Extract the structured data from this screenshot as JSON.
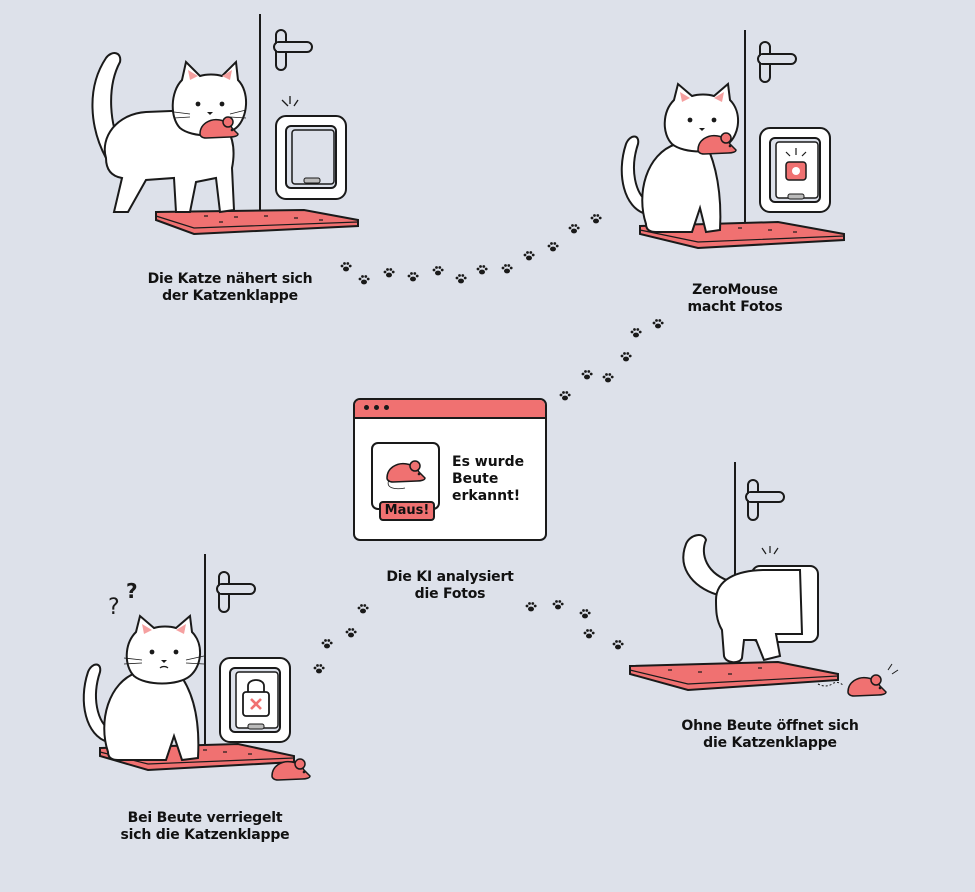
{
  "diagram": {
    "type": "process-flow",
    "subject": "ZeroMouse cat flap prey detection",
    "colors": {
      "background": "#dde1ea",
      "accent": "#f07171",
      "outline": "#1a1a1a",
      "cat": "#ffffff",
      "paw_prints": "#1a1a1a"
    },
    "steps": [
      {
        "id": 1,
        "line1": "Die Katze nähert sich",
        "line2": "der Katzenklappe",
        "illustration": "cat-walking-with-mouse-toward-cat-flap"
      },
      {
        "id": 2,
        "line1": "ZeroMouse",
        "line2": "macht Fotos",
        "illustration": "cat-sitting-with-mouse-camera-flashing"
      },
      {
        "id": 3,
        "line1": "Die KI analysiert",
        "line2": "die Fotos",
        "illustration": "app-window-prey-detected"
      },
      {
        "id": 4,
        "line1": "Bei Beute verriegelt",
        "line2": "sich die Katzenklappe",
        "illustration": "confused-cat-locked-flap"
      },
      {
        "id": 5,
        "line1": "Ohne Beute öffnet sich",
        "line2": "die Katzenklappe",
        "illustration": "cat-entering-open-flap"
      }
    ],
    "detection_window": {
      "badge_label": "Maus!",
      "message_line1": "Es wurde",
      "message_line2": "Beute",
      "message_line3": "erkannt!",
      "icon": "mouse-icon"
    },
    "question_marks": "??"
  }
}
